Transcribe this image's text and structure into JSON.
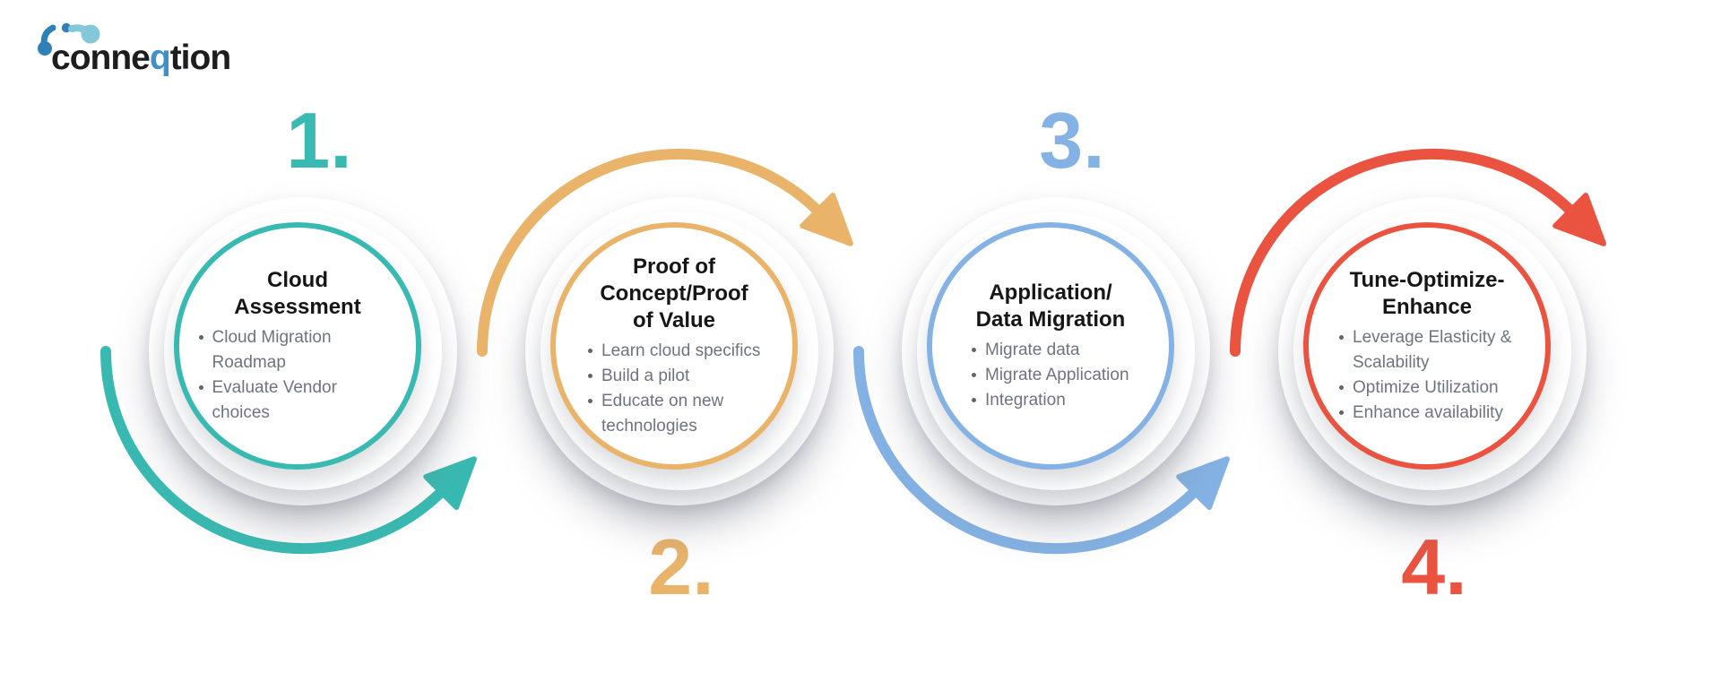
{
  "logo": {
    "word_pre": "conne",
    "word_accent": "q",
    "word_post": "tion",
    "accent_color": "#3d90c8",
    "icon_colors": {
      "dark": "#2f80b5",
      "light": "#82c8d8"
    }
  },
  "text_colors": {
    "title": "#161616",
    "bullet": "#6e7380"
  },
  "steps": [
    {
      "number": "1.",
      "color": "#38bab2",
      "title": "Cloud\nAssessment",
      "bullets": [
        "Cloud Migration Roadmap",
        "Evaluate Vendor choices"
      ]
    },
    {
      "number": "2.",
      "color": "#e9b369",
      "title": "Proof of\nConcept/Proof\nof Value",
      "bullets": [
        "Learn cloud specifics",
        "Build a pilot",
        "Educate on new technologies"
      ]
    },
    {
      "number": "3.",
      "color": "#84b2e4",
      "title": "Application/\nData Migration",
      "bullets": [
        "Migrate data",
        "Migrate Application",
        "Integration"
      ]
    },
    {
      "number": "4.",
      "color": "#ea5340",
      "title": "Tune-Optimize-\nEnhance",
      "bullets": [
        "Leverage Elasticity & Scalability",
        "Optimize Utilization",
        "Enhance availability"
      ]
    }
  ]
}
